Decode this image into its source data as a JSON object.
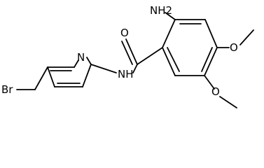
{
  "molecule": {
    "atom_labels": {
      "amino": "NH2",
      "carbonyl_oxygen": "O",
      "amide_nitrogen": "NH",
      "pyridine_nitrogen": "N",
      "bromine": "Br",
      "methoxy_oxygen_upper": "O",
      "methoxy_oxygen_lower": "O"
    }
  }
}
